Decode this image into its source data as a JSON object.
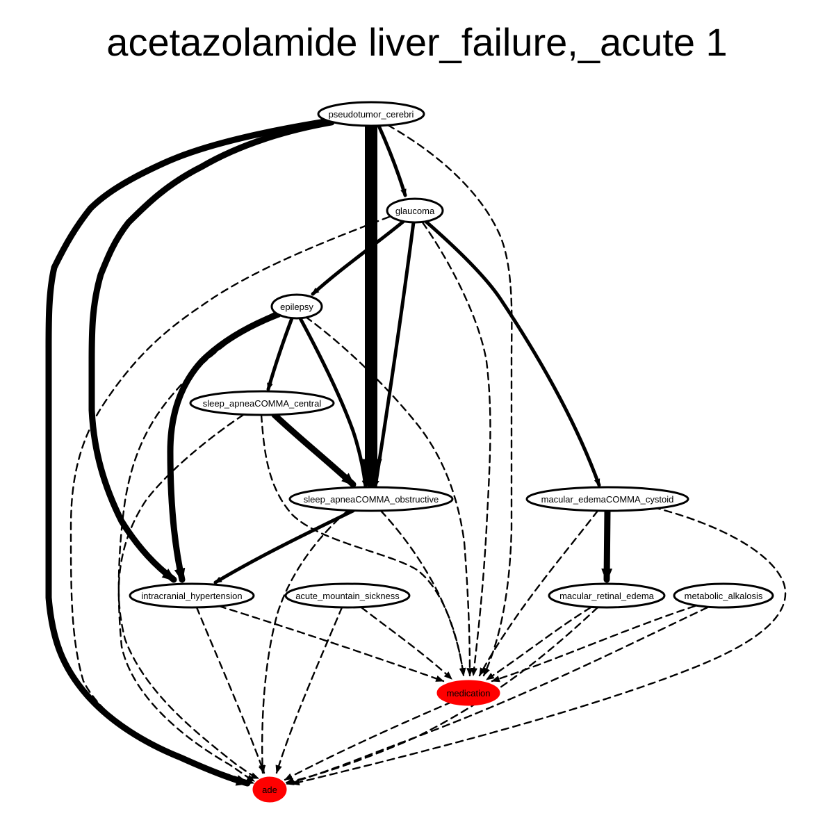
{
  "title": "acetazolamide liver_failure,_acute 1",
  "colors": {
    "highlight": "#ff0000",
    "node_fill": "#ffffff",
    "stroke": "#000000"
  },
  "nodes": [
    {
      "id": "pseudotumor_cerebri",
      "label": "pseudotumor_cerebri",
      "highlight": false
    },
    {
      "id": "glaucoma",
      "label": "glaucoma",
      "highlight": false
    },
    {
      "id": "epilepsy",
      "label": "epilepsy",
      "highlight": false
    },
    {
      "id": "sleep_apnea_central",
      "label": "sleep_apneaCOMMA_central",
      "highlight": false
    },
    {
      "id": "sleep_apnea_obstructive",
      "label": "sleep_apneaCOMMA_obstructive",
      "highlight": false
    },
    {
      "id": "macular_edema_cystoid",
      "label": "macular_edemaCOMMA_cystoid",
      "highlight": false
    },
    {
      "id": "intracranial_hypertension",
      "label": "intracranial_hypertension",
      "highlight": false
    },
    {
      "id": "acute_mountain_sickness",
      "label": "acute_mountain_sickness",
      "highlight": false
    },
    {
      "id": "macular_retinal_edema",
      "label": "macular_retinal_edema",
      "highlight": false
    },
    {
      "id": "metabolic_alkalosis",
      "label": "metabolic_alkalosis",
      "highlight": false
    },
    {
      "id": "medication",
      "label": "medication",
      "highlight": true
    },
    {
      "id": "ade",
      "label": "ade",
      "highlight": true
    }
  ],
  "edges": [
    {
      "from": "pseudotumor_cerebri",
      "to": "ade",
      "style": "solid",
      "weight": "heavy"
    },
    {
      "from": "pseudotumor_cerebri",
      "to": "intracranial_hypertension",
      "style": "solid",
      "weight": "heavy"
    },
    {
      "from": "pseudotumor_cerebri",
      "to": "sleep_apnea_obstructive",
      "style": "solid",
      "weight": "heaviest"
    },
    {
      "from": "pseudotumor_cerebri",
      "to": "glaucoma",
      "style": "solid",
      "weight": "medium"
    },
    {
      "from": "pseudotumor_cerebri",
      "to": "medication",
      "style": "dashed",
      "weight": "light"
    },
    {
      "from": "glaucoma",
      "to": "epilepsy",
      "style": "solid",
      "weight": "medium"
    },
    {
      "from": "glaucoma",
      "to": "sleep_apnea_obstructive",
      "style": "solid",
      "weight": "medium"
    },
    {
      "from": "glaucoma",
      "to": "macular_edema_cystoid",
      "style": "solid",
      "weight": "medium"
    },
    {
      "from": "glaucoma",
      "to": "medication",
      "style": "dashed",
      "weight": "light"
    },
    {
      "from": "glaucoma",
      "to": "ade",
      "style": "dashed",
      "weight": "light"
    },
    {
      "from": "epilepsy",
      "to": "sleep_apnea_central",
      "style": "solid",
      "weight": "medium"
    },
    {
      "from": "epilepsy",
      "to": "sleep_apnea_obstructive",
      "style": "solid",
      "weight": "medium"
    },
    {
      "from": "epilepsy",
      "to": "intracranial_hypertension",
      "style": "solid",
      "weight": "heavy"
    },
    {
      "from": "epilepsy",
      "to": "medication",
      "style": "dashed",
      "weight": "light"
    },
    {
      "from": "epilepsy",
      "to": "ade",
      "style": "dashed",
      "weight": "light"
    },
    {
      "from": "sleep_apnea_central",
      "to": "sleep_apnea_obstructive",
      "style": "solid",
      "weight": "heavy"
    },
    {
      "from": "sleep_apnea_central",
      "to": "medication",
      "style": "dashed",
      "weight": "light"
    },
    {
      "from": "sleep_apnea_central",
      "to": "ade",
      "style": "dashed",
      "weight": "light"
    },
    {
      "from": "sleep_apnea_obstructive",
      "to": "intracranial_hypertension",
      "style": "solid",
      "weight": "medium"
    },
    {
      "from": "sleep_apnea_obstructive",
      "to": "medication",
      "style": "dashed",
      "weight": "light"
    },
    {
      "from": "sleep_apnea_obstructive",
      "to": "ade",
      "style": "dashed",
      "weight": "light"
    },
    {
      "from": "macular_edema_cystoid",
      "to": "macular_retinal_edema",
      "style": "solid",
      "weight": "heavy"
    },
    {
      "from": "macular_edema_cystoid",
      "to": "medication",
      "style": "dashed",
      "weight": "light"
    },
    {
      "from": "macular_edema_cystoid",
      "to": "ade",
      "style": "dashed",
      "weight": "light"
    },
    {
      "from": "intracranial_hypertension",
      "to": "medication",
      "style": "dashed",
      "weight": "light"
    },
    {
      "from": "intracranial_hypertension",
      "to": "ade",
      "style": "dashed",
      "weight": "light"
    },
    {
      "from": "acute_mountain_sickness",
      "to": "medication",
      "style": "dashed",
      "weight": "light"
    },
    {
      "from": "acute_mountain_sickness",
      "to": "ade",
      "style": "dashed",
      "weight": "light"
    },
    {
      "from": "macular_retinal_edema",
      "to": "medication",
      "style": "dashed",
      "weight": "light"
    },
    {
      "from": "macular_retinal_edema",
      "to": "ade",
      "style": "dashed",
      "weight": "light"
    },
    {
      "from": "metabolic_alkalosis",
      "to": "medication",
      "style": "dashed",
      "weight": "light"
    },
    {
      "from": "metabolic_alkalosis",
      "to": "ade",
      "style": "dashed",
      "weight": "light"
    },
    {
      "from": "medication",
      "to": "ade",
      "style": "dashed",
      "weight": "light"
    }
  ]
}
